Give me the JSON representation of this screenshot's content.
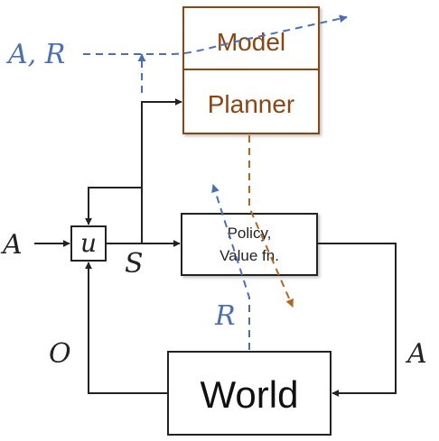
{
  "boxes": {
    "model": "Model",
    "planner": "Planner",
    "policy_line1": "Policy,",
    "policy_line2": "Value fn.",
    "update": "u",
    "world": "World"
  },
  "labels": {
    "a_r": "A, R",
    "a_left": "A",
    "s": "S",
    "r": "R",
    "o": "O",
    "a_right": "A"
  },
  "colors": {
    "model_planner": "#8B4513",
    "blue_dashed": "#4A6FB5",
    "orange_dashed": "#B5651D",
    "solid": "#222222"
  }
}
